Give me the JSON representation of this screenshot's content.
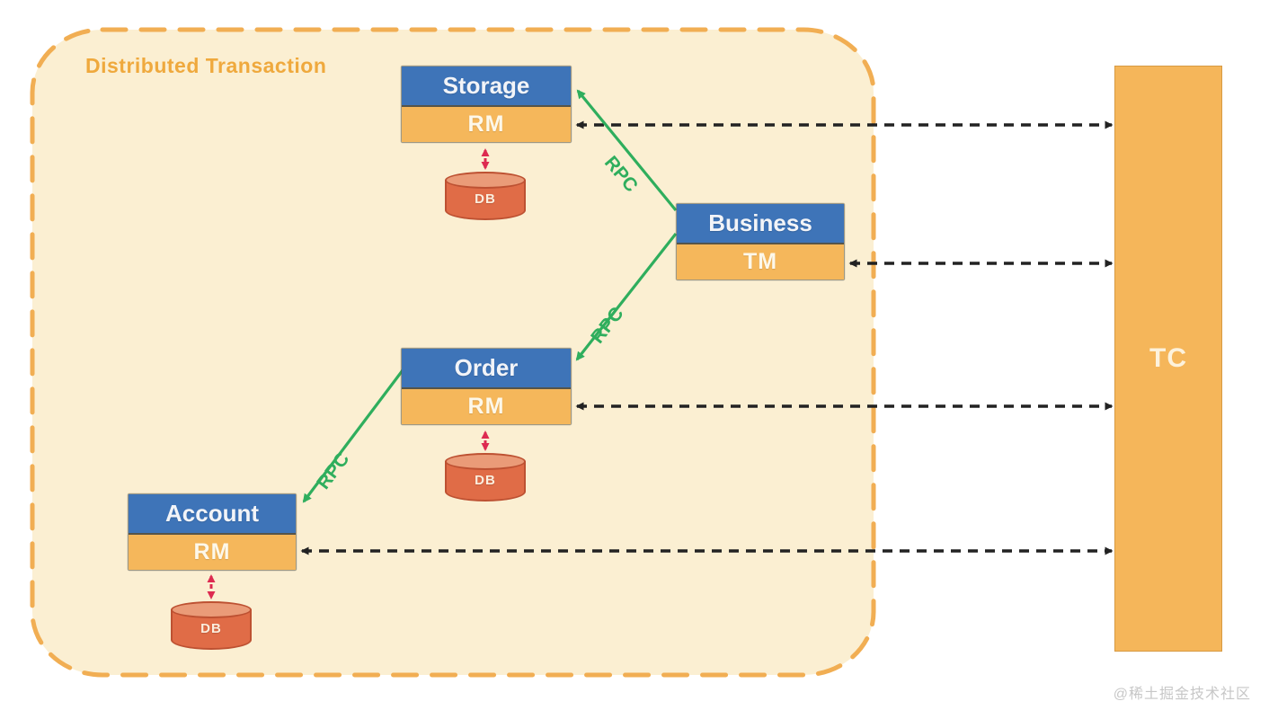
{
  "diagram": {
    "boundary_label": "Distributed Transaction",
    "nodes": {
      "storage": {
        "title": "Storage",
        "role": "RM",
        "db": "DB"
      },
      "business": {
        "title": "Business",
        "role": "TM"
      },
      "order": {
        "title": "Order",
        "role": "RM",
        "db": "DB"
      },
      "account": {
        "title": "Account",
        "role": "RM",
        "db": "DB"
      }
    },
    "coordinator": {
      "label": "TC"
    },
    "rpc_labels": {
      "business_to_storage": "RPC",
      "business_to_order": "RPC",
      "order_to_account": "RPC"
    },
    "watermark": "@稀土掘金技术社区",
    "colors": {
      "boundary_fill": "#fbefd2",
      "boundary_border": "#f1ae53",
      "title_text": "#efa93d",
      "node_header_blue": "#3e74b8",
      "role_orange": "#f5b75b",
      "tc_orange": "#f5b65a",
      "db_body": "#e06c47",
      "db_top": "#ea9b78",
      "rpc_green": "#2fae5d",
      "db_link_red": "#dd2a50",
      "tc_link_black": "#222222"
    }
  }
}
